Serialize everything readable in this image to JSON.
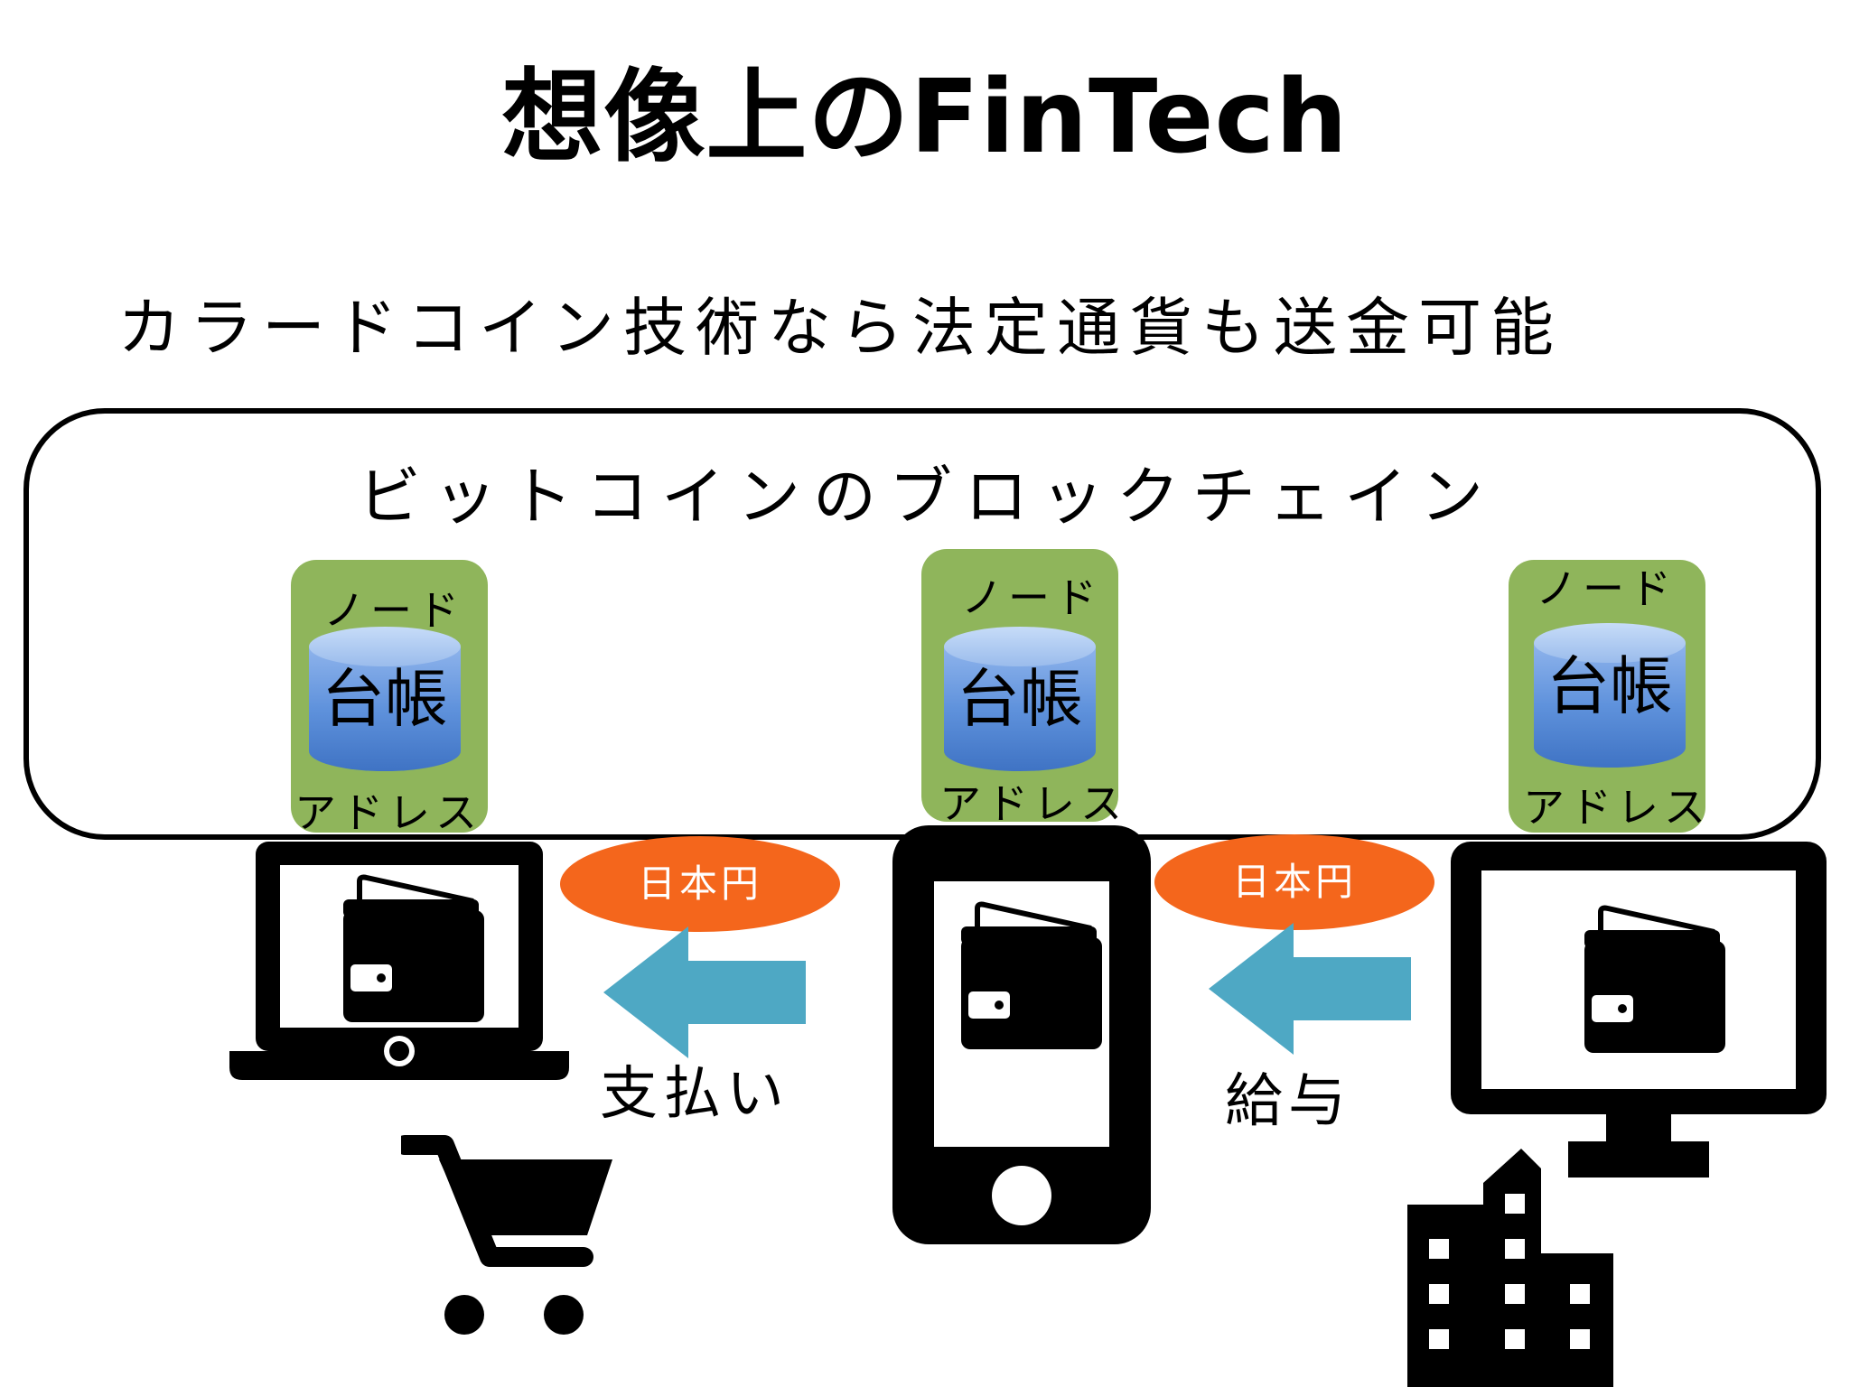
{
  "title": "想像上のFinTech",
  "subtitle": "カラードコイン技術なら法定通貨も送金可能",
  "blockchain": {
    "label": "ビットコインのブロックチェイン"
  },
  "nodes": [
    {
      "top_label": "ノード",
      "ledger": "台帳",
      "bottom_label": "アドレス"
    },
    {
      "top_label": "ノード",
      "ledger": "台帳",
      "bottom_label": "アドレス"
    },
    {
      "top_label": "ノード",
      "ledger": "台帳",
      "bottom_label": "アドレス"
    }
  ],
  "flows": [
    {
      "currency": "日本円",
      "caption": "支払い"
    },
    {
      "currency": "日本円",
      "caption": "給与"
    }
  ],
  "colors": {
    "node_green": "#8fb55b",
    "ledger_blue": "#5b8fd6",
    "currency_orange": "#f4661c",
    "arrow_blue": "#4ea8c4"
  },
  "icons": [
    "laptop-icon",
    "smartphone-icon",
    "desktop-monitor-icon",
    "wallet-icon",
    "shopping-cart-icon",
    "office-building-icon",
    "arrow-left-icon",
    "ledger-database-icon"
  ]
}
